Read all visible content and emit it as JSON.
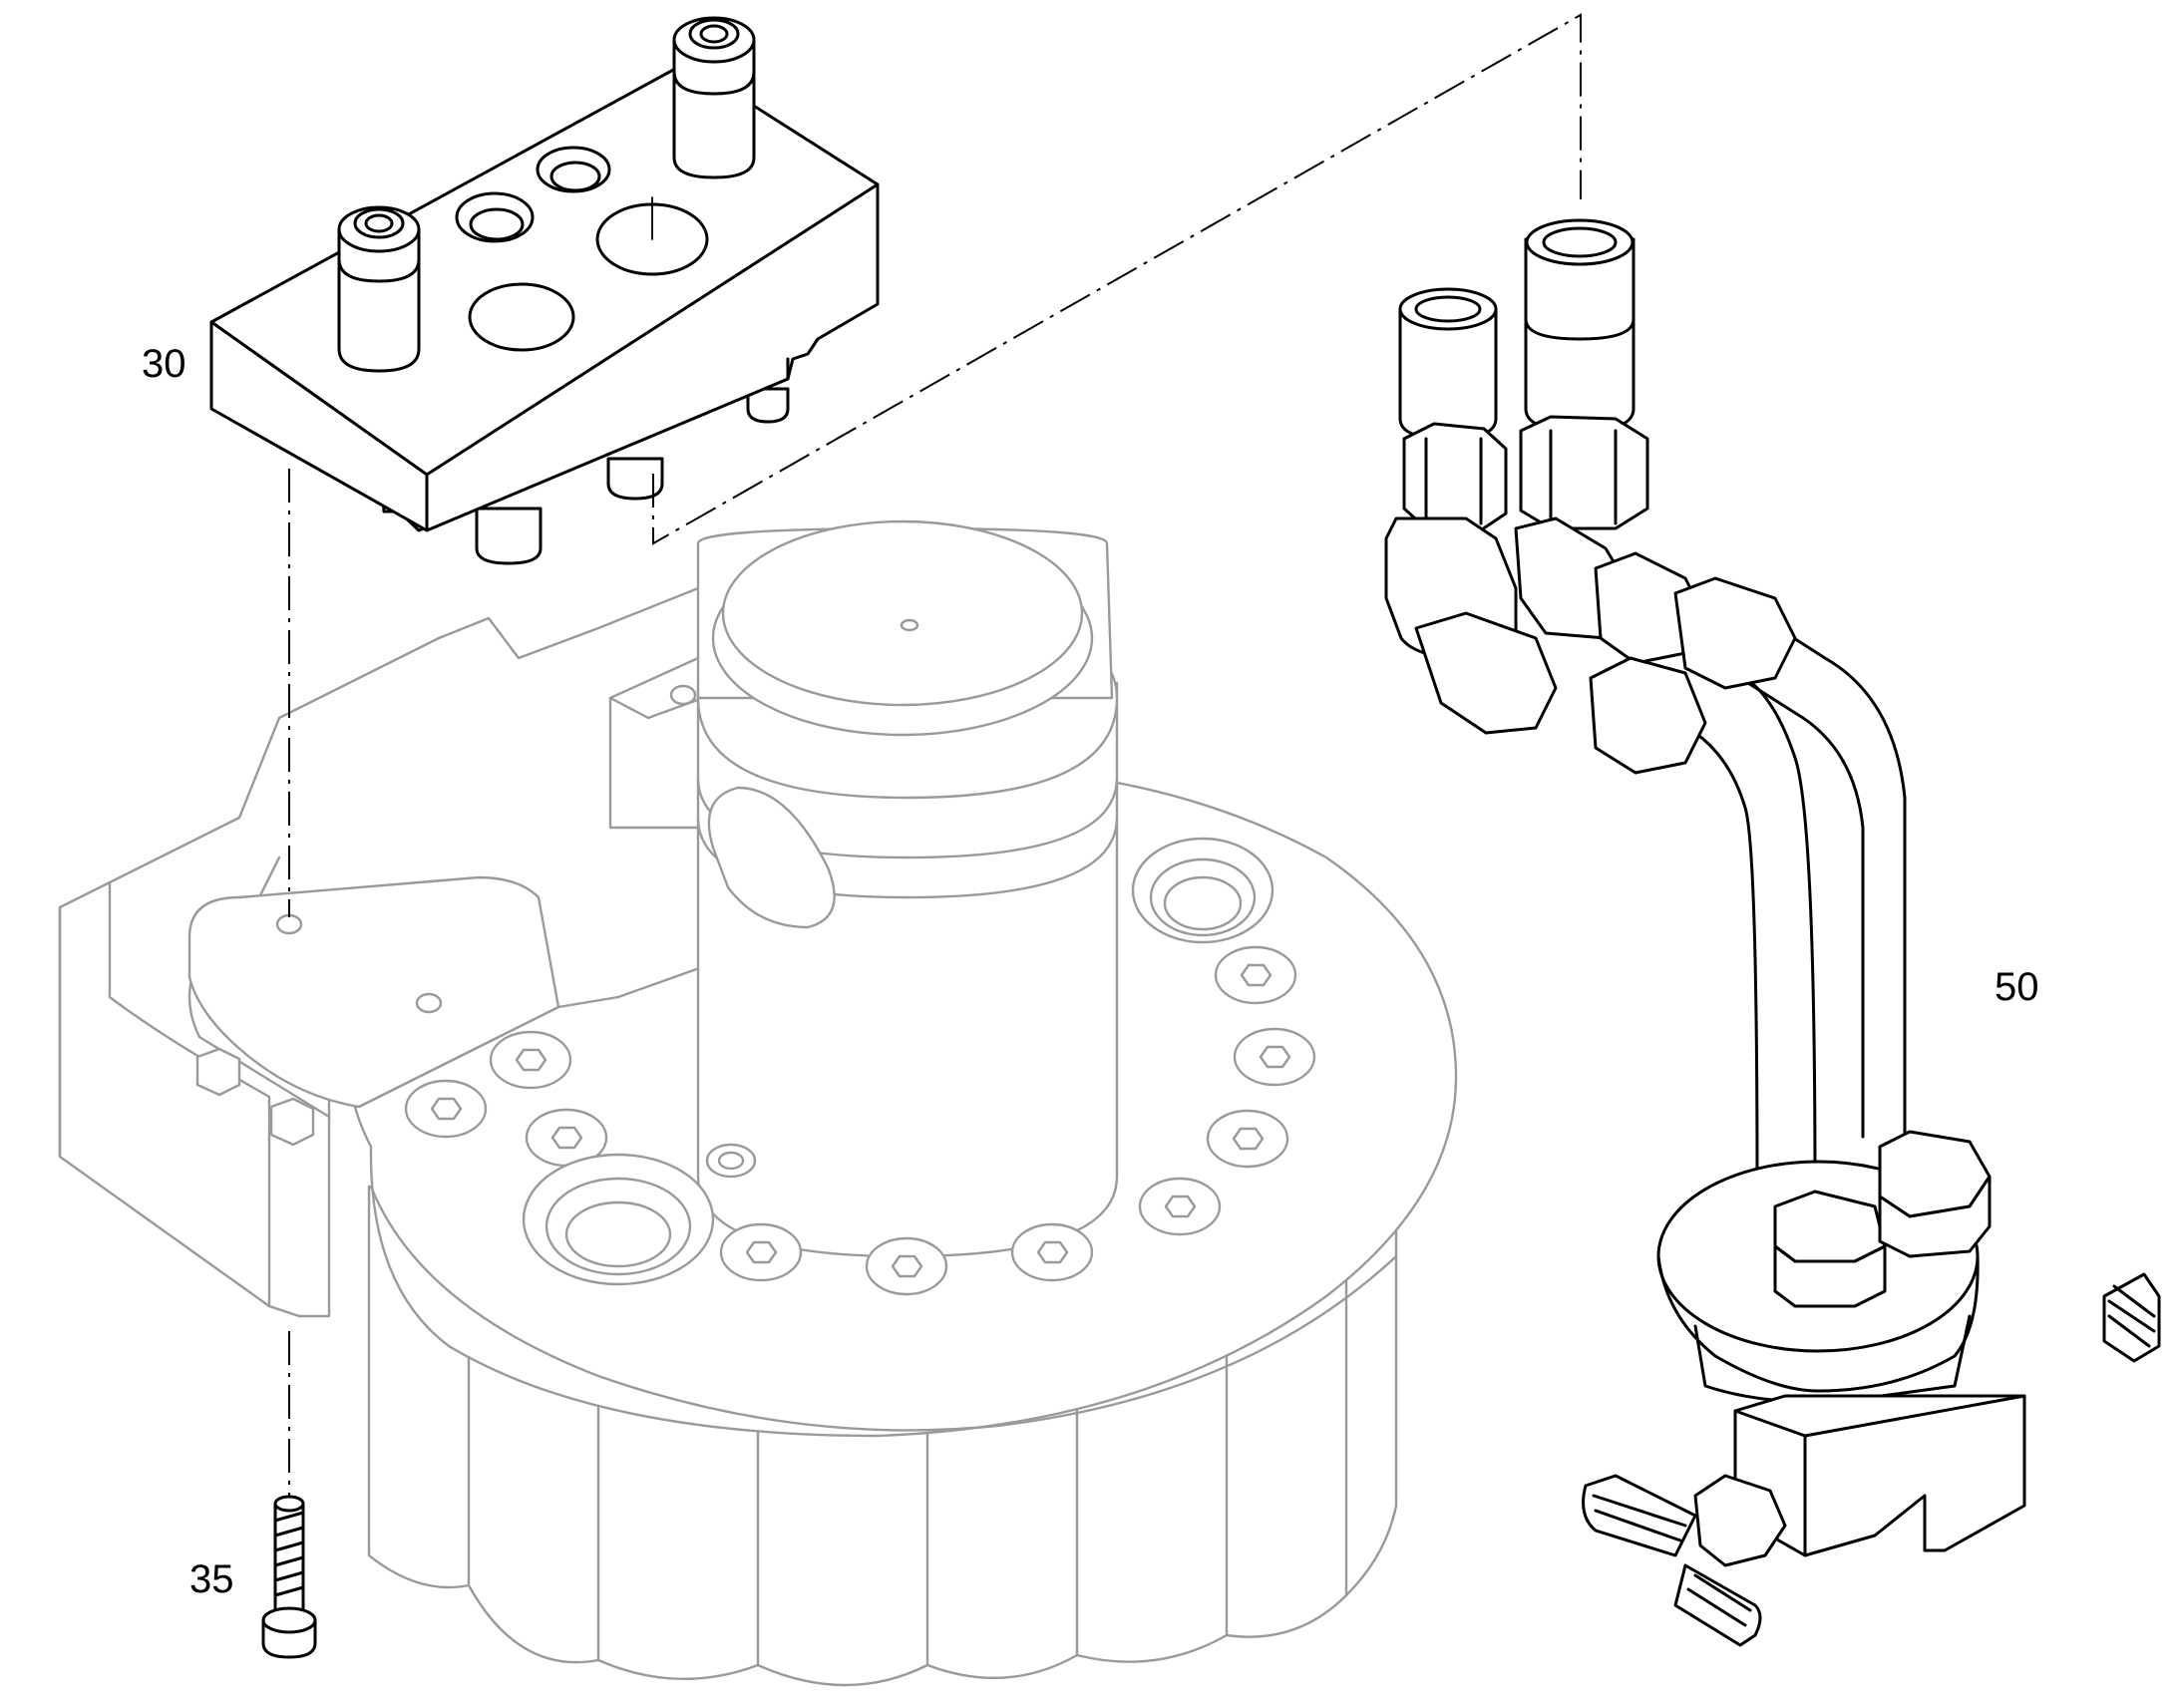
{
  "diagram": {
    "callouts": [
      {
        "id": "part-30",
        "label": "30"
      },
      {
        "id": "part-35",
        "label": "35"
      },
      {
        "id": "part-50",
        "label": "50"
      }
    ]
  }
}
